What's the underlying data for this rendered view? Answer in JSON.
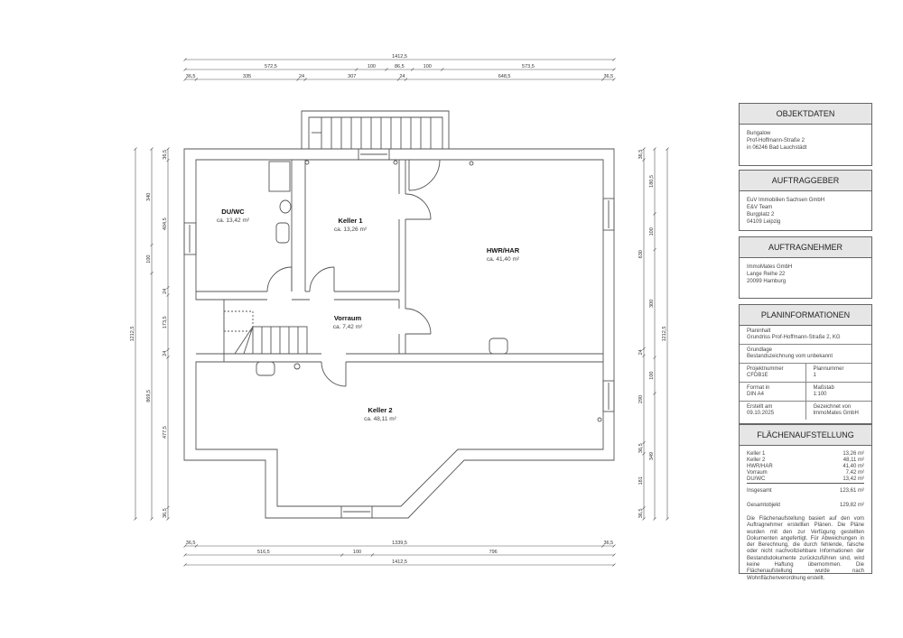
{
  "rooms": [
    {
      "name": "DU/WC",
      "area": "ca. 13,42 m²"
    },
    {
      "name": "Keller 1",
      "area": "ca. 13,26 m²"
    },
    {
      "name": "HWR/HAR",
      "area": "ca. 41,40 m²"
    },
    {
      "name": "Vorraum",
      "area": "ca. 7,42 m²"
    },
    {
      "name": "Keller 2",
      "area": "ca. 48,11 m²"
    }
  ],
  "dimensions": {
    "top": [
      [
        "1412,5"
      ],
      [
        "572,5",
        "100",
        "86,5",
        "100",
        "573,5"
      ],
      [
        "36,5",
        "335",
        "24",
        "307",
        "24",
        "648,5",
        "36,5"
      ]
    ],
    "bottom": [
      [
        "36,5",
        "1339,5",
        "36,5"
      ],
      [
        "516,5",
        "100",
        "796"
      ],
      [
        "1412,5"
      ]
    ],
    "left": [
      [
        "1212,5"
      ],
      [
        "340",
        "100",
        "869,5"
      ],
      [
        "36,5",
        "404,5",
        "24",
        "173,5",
        "24",
        "477,5",
        "36,5"
      ]
    ],
    "right": [
      [
        "36,5",
        "630",
        "24",
        "290",
        "36,5",
        "181",
        "36,5"
      ],
      [
        "180,5",
        "100",
        "300",
        "100",
        "349"
      ],
      [
        "1212,5"
      ]
    ]
  },
  "objektdaten": {
    "title": "OBJEKTDATEN",
    "lines": [
      "Bungalow",
      "Prof-Hoffmann-Straße 2",
      "in 06246 Bad Lauchstädt"
    ]
  },
  "auftraggeber": {
    "title": "AUFTRAGGEBER",
    "lines": [
      "EuV Immobilien Sachsen GmbH",
      "E&V Team",
      "Burgplatz 2",
      "04109 Leipzig"
    ]
  },
  "auftragnehmer": {
    "title": "AUFTRAGNEHMER",
    "lines": [
      "ImmoMates GmbH",
      "Lange Reihe 22",
      "20099 Hamburg"
    ]
  },
  "planinfo": {
    "title": "PLANINFORMATIONEN",
    "planinhalt_label": "Planinhalt",
    "planinhalt": "Grundriss Prof-Hoffmann-Straße 2, KG",
    "grundlage_label": "Grundlage",
    "grundlage": "Bestandszeichnung vom unbekannt",
    "projektnummer_label": "Projektnummer",
    "projektnummer": "CFDB1E",
    "plannummer_label": "Plannummer",
    "plannummer": "1",
    "format_label": "Format in",
    "format": "DIN A4",
    "massstab_label": "Maßstab",
    "massstab": "1:100",
    "erstellt_label": "Erstellt am",
    "erstellt": "09.10.2025",
    "gezeichnet_label": "Gezeichnet von",
    "gezeichnet": "ImmoMates GmbH"
  },
  "flaechen": {
    "title": "FLÄCHENAUFSTELLUNG",
    "items": [
      {
        "name": "Keller 1",
        "value": "13,26 m²"
      },
      {
        "name": "Keller 2",
        "value": "48,11 m²"
      },
      {
        "name": "HWR/HAR",
        "value": "41,40 m²"
      },
      {
        "name": "Vorraum",
        "value": "7,42 m²"
      },
      {
        "name": "DU/WC",
        "value": "13,42 m²"
      }
    ],
    "insgesamt_label": "Insgesamt",
    "insgesamt": "123,61 m²",
    "gesamt_label": "Gesamtobjekt",
    "gesamt": "129,82 m²",
    "note": "Die Flächenaufstellung basiert auf den vom Auftragnehmer erstellten Plänen. Die Pläne wurden mit den zur Verfügung gestellten Dokumenten angefertigt. Für Abweichungen in der Berechnung, die durch fehlende, falsche oder nicht nachvollziehbare Informationen der Bestandsdokumente zurückzuführen sind, wird keine Haftung übernommen. Die Flächenaufstellung wurde nach Wohnflächenverordnung erstellt."
  }
}
